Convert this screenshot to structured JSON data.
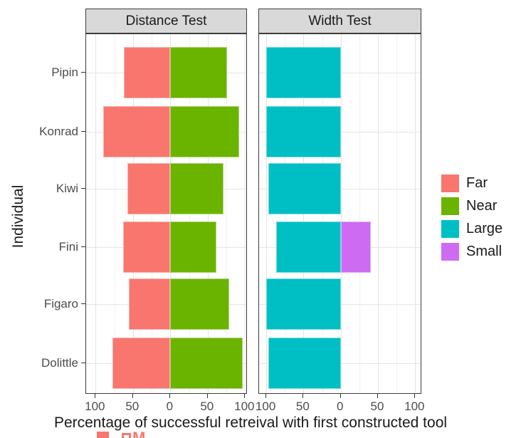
{
  "chart_data": {
    "type": "bar",
    "subtype": "horizontal-diverging-faceted",
    "title": "",
    "ylabel": "Individual",
    "xlabel": "Percentage of successful retreival with first constructed tool",
    "categories": [
      "Pipin",
      "Konrad",
      "Kiwi",
      "Fini",
      "Figaro",
      "Dolittle"
    ],
    "x_tick_labels": [
      "100",
      "50",
      "0",
      "50",
      "100"
    ],
    "x_tick_values": [
      -100,
      -50,
      0,
      50,
      100
    ],
    "xlim": [
      -113,
      104
    ],
    "grid": true,
    "facets": [
      {
        "label": "Distance Test",
        "series": [
          {
            "name": "Far",
            "direction": "left",
            "color": "#f8766d",
            "values": [
              62,
              90,
              57,
              63,
              56,
              77
            ]
          },
          {
            "name": "Near",
            "direction": "right",
            "color": "#6ab400",
            "values": [
              76,
              92,
              71,
              62,
              79,
              97
            ]
          }
        ]
      },
      {
        "label": "Width Test",
        "series": [
          {
            "name": "Large",
            "direction": "left",
            "color": "#00bfc4",
            "values": [
              100,
              100,
              97,
              87,
              100,
              97
            ]
          },
          {
            "name": "Small",
            "direction": "right",
            "color": "#cd6bf3",
            "values": [
              0,
              0,
              0,
              40,
              0,
              0
            ]
          }
        ]
      }
    ],
    "legend": {
      "position": "right",
      "entries": [
        {
          "label": "Far",
          "color": "#f8766d"
        },
        {
          "label": "Near",
          "color": "#6ab400"
        },
        {
          "label": "Large",
          "color": "#00bfc4"
        },
        {
          "label": "Small",
          "color": "#cd6bf3"
        }
      ]
    }
  }
}
